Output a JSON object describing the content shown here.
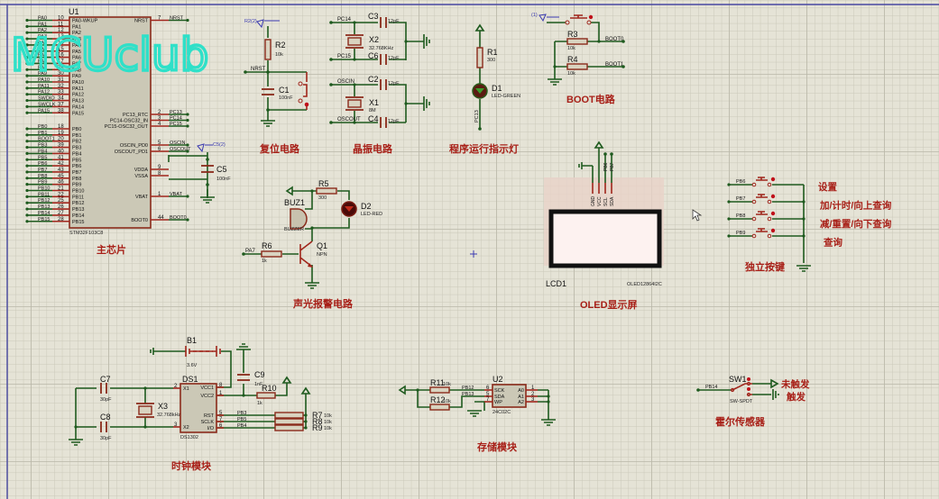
{
  "watermark": "MCUclub",
  "mcu": {
    "ref": "U1",
    "part": "STM32F103C8",
    "title": "主芯片",
    "left_pins_pa": [
      {
        "net": "PA0",
        "num": "10",
        "name": "PA0-WKUP"
      },
      {
        "net": "PA1",
        "num": "11",
        "name": "PA1"
      },
      {
        "net": "PA2",
        "num": "12",
        "name": "PA2"
      },
      {
        "net": "PA3",
        "num": "13",
        "name": "PA3"
      },
      {
        "net": "PA4",
        "num": "14",
        "name": "PA4"
      },
      {
        "net": "PA5",
        "num": "15",
        "name": "PA5"
      },
      {
        "net": "PA6",
        "num": "16",
        "name": "PA6"
      },
      {
        "net": "PA7",
        "num": "17",
        "name": "PA7"
      },
      {
        "net": "PA8",
        "num": "29",
        "name": "PA8"
      },
      {
        "net": "PA9",
        "num": "30",
        "name": "PA9"
      },
      {
        "net": "PA10",
        "num": "31",
        "name": "PA10"
      },
      {
        "net": "PA11",
        "num": "32",
        "name": "PA11"
      },
      {
        "net": "PA12",
        "num": "33",
        "name": "PA12"
      },
      {
        "net": "SWDIO",
        "num": "34",
        "name": "PA13"
      },
      {
        "net": "SWCLK",
        "num": "37",
        "name": "PA14"
      },
      {
        "net": "PA15",
        "num": "38",
        "name": "PA15"
      }
    ],
    "left_pins_pb": [
      {
        "net": "PB0",
        "num": "18",
        "name": "PB0"
      },
      {
        "net": "PB1",
        "num": "19",
        "name": "PB1"
      },
      {
        "net": "BOOT1",
        "num": "20",
        "name": "PB2"
      },
      {
        "net": "PB3",
        "num": "39",
        "name": "PB3"
      },
      {
        "net": "PB4",
        "num": "40",
        "name": "PB4"
      },
      {
        "net": "PB5",
        "num": "41",
        "name": "PB5"
      },
      {
        "net": "PB6",
        "num": "42",
        "name": "PB6"
      },
      {
        "net": "PB7",
        "num": "43",
        "name": "PB7"
      },
      {
        "net": "PB8",
        "num": "45",
        "name": "PB8"
      },
      {
        "net": "PB9",
        "num": "46",
        "name": "PB9"
      },
      {
        "net": "PB10",
        "num": "21",
        "name": "PB10"
      },
      {
        "net": "PB11",
        "num": "22",
        "name": "PB11"
      },
      {
        "net": "PB12",
        "num": "25",
        "name": "PB12"
      },
      {
        "net": "PB13",
        "num": "26",
        "name": "PB13"
      },
      {
        "net": "PB14",
        "num": "27",
        "name": "PB14"
      },
      {
        "net": "PB15",
        "num": "28",
        "name": "PB15"
      }
    ],
    "right_pins": {
      "nrst": {
        "net": "NRST",
        "num": "7",
        "name": "NRST"
      },
      "pc13": {
        "net": "PC13",
        "num": "2",
        "name": "PC13_RTC"
      },
      "pc14": {
        "net": "PC14",
        "num": "3",
        "name": "PC14-OSC32_IN"
      },
      "pc15": {
        "net": "PC15",
        "num": "4",
        "name": "PC15-OSC32_OUT"
      },
      "oscin": {
        "net": "OSCIN",
        "num": "5",
        "name": "OSCIN_PD0"
      },
      "oscout": {
        "net": "OSCOUT",
        "num": "6",
        "name": "OSCOUT_PD1"
      },
      "vdda": {
        "num": "9",
        "name": "VDDA"
      },
      "vssa": {
        "num": "8",
        "name": "VSSA"
      },
      "vbat": {
        "net": "VBAT",
        "num": "1",
        "name": "VBAT"
      },
      "boot0": {
        "net": "BOOT0",
        "num": "44",
        "name": "BOOT0"
      }
    },
    "c5": {
      "ref": "C5",
      "value": "100nF",
      "probe": "C5(2)"
    }
  },
  "reset": {
    "title": "复位电路",
    "r2": {
      "ref": "R2",
      "value": "10k",
      "probe": "R2(2)"
    },
    "c1": {
      "ref": "C1",
      "value": "100nF"
    },
    "net": "NRST"
  },
  "crystal": {
    "title": "晶振电路",
    "x2": {
      "ref": "X2",
      "value": "32.768KHz"
    },
    "c3": {
      "ref": "C3",
      "value": "12pF"
    },
    "c6": {
      "ref": "C6",
      "value": "12pF"
    },
    "x1": {
      "ref": "X1",
      "value": "8M"
    },
    "c2": {
      "ref": "C2",
      "value": "12pF"
    },
    "c4": {
      "ref": "C4",
      "value": "12pF"
    },
    "nets": {
      "pc14": "PC14",
      "pc15": "PC15",
      "oscin": "OSCIN",
      "oscout": "OSCOUT"
    }
  },
  "indicator": {
    "title": "程序运行指示灯",
    "r1": {
      "ref": "R1",
      "value": "300"
    },
    "d1": {
      "ref": "D1",
      "value": "LED-GREEN"
    },
    "net": "PC13"
  },
  "boot": {
    "title": "BOOT电路",
    "probe": "(1)",
    "r3": {
      "ref": "R3",
      "value": "10k"
    },
    "r4": {
      "ref": "R4",
      "value": "10k"
    },
    "nets": {
      "boot0": "BOOT0",
      "boot1": "BOOT1"
    }
  },
  "alarm": {
    "title": "声光报警电路",
    "r5": {
      "ref": "R5",
      "value": "300"
    },
    "d2": {
      "ref": "D2",
      "value": "LED-RED"
    },
    "buz": {
      "ref": "BUZ1",
      "value": "BUZZER"
    },
    "q1": {
      "ref": "Q1",
      "value": "NPN"
    },
    "r6": {
      "ref": "R6",
      "value": "1k"
    },
    "net": "PA7"
  },
  "oled": {
    "title": "OLED显示屏",
    "ref": "LCD1",
    "part": "OLED12864I2C",
    "pins": [
      "GND",
      "VCC",
      "SCL",
      "SDA"
    ],
    "nets": [
      "PB6",
      "PB7"
    ]
  },
  "keys": {
    "title": "独立按键",
    "items": [
      {
        "net": "PB6",
        "label": "设置"
      },
      {
        "net": "PB7",
        "label": "加/计时/向上查询"
      },
      {
        "net": "PB8",
        "label": "减/重置/向下查询"
      },
      {
        "net": "PB9",
        "label": "查询"
      }
    ]
  },
  "clock": {
    "title": "时钟模块",
    "b1": {
      "ref": "B1",
      "value": "3.6V"
    },
    "c7": {
      "ref": "C7",
      "value": "30pF"
    },
    "c8": {
      "ref": "C8",
      "value": "30pF"
    },
    "c9": {
      "ref": "C9",
      "value": "1nF"
    },
    "x3": {
      "ref": "X3",
      "value": "32.768kHz"
    },
    "r10": {
      "ref": "R10",
      "value": "1k"
    },
    "ds": {
      "ref": "DS1",
      "part": "DS1302",
      "pins_left": [
        {
          "num": "2",
          "name": "X1"
        },
        {
          "num": "3",
          "name": "X2"
        }
      ],
      "pins_right": [
        {
          "num": "8",
          "name": "VCC1"
        },
        {
          "num": "1",
          "name": "VCC2"
        },
        {
          "num": "5",
          "name": "RST"
        },
        {
          "num": "7",
          "name": "SCLK"
        },
        {
          "num": "6",
          "name": "I/O"
        }
      ]
    },
    "nets": [
      "PB3",
      "PB5",
      "PB4"
    ],
    "pullups": [
      {
        "ref": "R7",
        "value": "10k"
      },
      {
        "ref": "R8",
        "value": "10k"
      },
      {
        "ref": "R9",
        "value": "10k"
      }
    ]
  },
  "eeprom": {
    "title": "存储模块",
    "ref": "U2",
    "part": "24C02C",
    "r11": {
      "ref": "R11",
      "value": "10k"
    },
    "r12": {
      "ref": "R12",
      "value": "10k"
    },
    "nets": [
      "PB12",
      "PB13"
    ],
    "pins_left": [
      {
        "num": "6",
        "name": "SCK"
      },
      {
        "num": "5",
        "name": "SDA"
      },
      {
        "num": "7",
        "name": "WP"
      }
    ],
    "pins_right": [
      {
        "num": "1",
        "name": "A0"
      },
      {
        "num": "2",
        "name": "A1"
      },
      {
        "num": "3",
        "name": "A2"
      }
    ]
  },
  "hall": {
    "title": "霍尔传感器",
    "ref": "SW1",
    "part": "SW-SPDT",
    "net": "PB14",
    "state_open": "未触发",
    "state_closed": "触发"
  }
}
